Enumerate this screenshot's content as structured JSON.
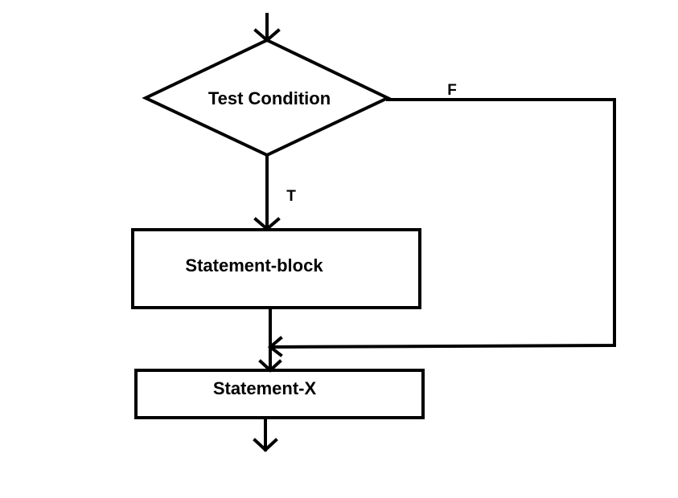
{
  "nodes": {
    "condition": {
      "label": "Test Condition"
    },
    "statement_block": {
      "label": "Statement-block"
    },
    "statement_x": {
      "label": "Statement-X"
    }
  },
  "edges": {
    "false_label": "F",
    "true_label": "T"
  },
  "colors": {
    "stroke": "#000000",
    "background": "#ffffff"
  }
}
